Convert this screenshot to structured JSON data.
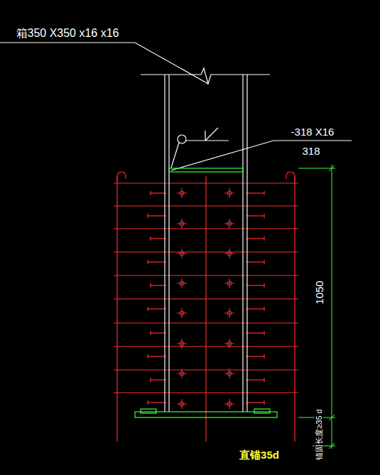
{
  "diagram": {
    "labels": [
      "箱350 X350 x16 x16",
      "-318 X16",
      "318",
      "1050",
      "锚固长度≥35 d",
      "直锚35d"
    ]
  }
}
